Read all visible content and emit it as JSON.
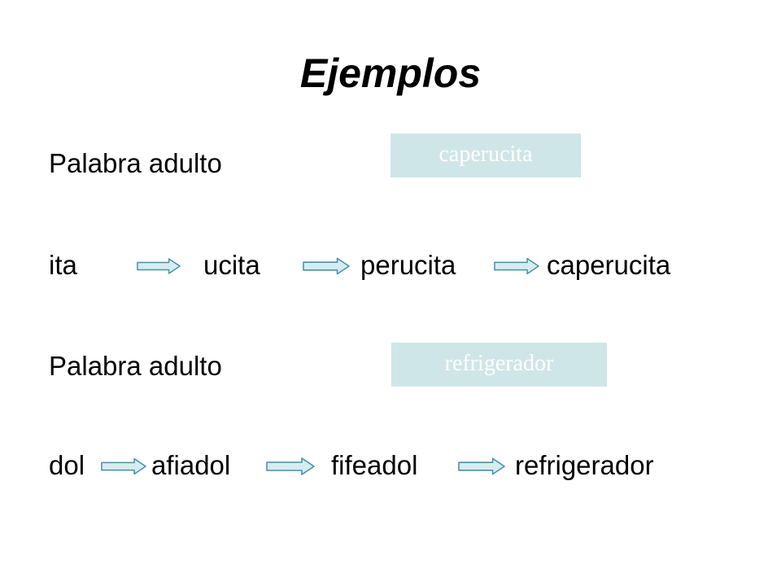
{
  "slide": {
    "title": "Ejemplos",
    "colors": {
      "box_fill": "#cfe6e9",
      "box_text": "#ffffff",
      "arrow_fill": "#d6edf0",
      "arrow_stroke": "#4a8fa8"
    },
    "example1": {
      "label": "Palabra adulto",
      "target": "caperucita",
      "sequence": [
        "ita",
        "ucita",
        "perucita",
        "caperucita"
      ]
    },
    "example2": {
      "label": "Palabra adulto",
      "target": "refrigerador",
      "sequence": [
        "dol",
        "afiadol",
        "fifeadol",
        "refrigerador"
      ]
    }
  }
}
